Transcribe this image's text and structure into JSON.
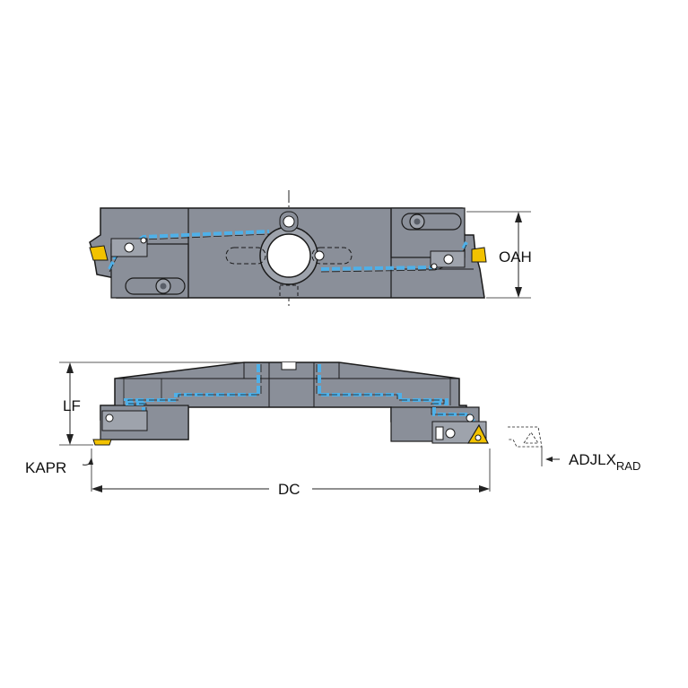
{
  "dimensions": {
    "oah": "OAH",
    "lf": "LF",
    "kapr": "KAPR",
    "dc": "DC",
    "adjlx_main": "ADJLX",
    "adjlx_sub": "RAD"
  },
  "colors": {
    "body": "#8a8f99",
    "body_dark": "#6d727c",
    "outline": "#1a1a1a",
    "coolant": "#4fb0e8",
    "insert": "#f2c200"
  }
}
